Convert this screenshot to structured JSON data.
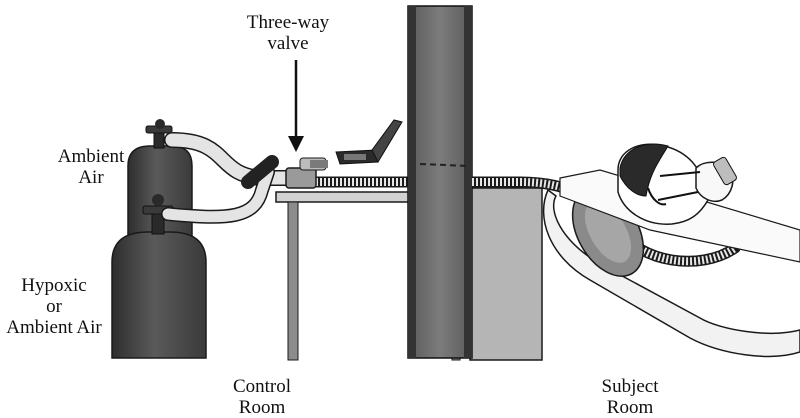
{
  "labels": {
    "valve": [
      "Three-way",
      "valve"
    ],
    "ambient_air": [
      "Ambient",
      "Air"
    ],
    "hypoxic": [
      "Hypoxic",
      "or",
      "Ambient Air"
    ],
    "control_room": [
      "Control",
      "Room"
    ],
    "subject_room": [
      "Subject",
      "Room"
    ]
  },
  "colors": {
    "wall": "#6e6e6e",
    "tank": "#4a4a4a",
    "table_top": "#d2d2d2",
    "table_leg": "#8c8c8c",
    "cabinet": "#b5b5b5",
    "tube": "#e2e2e2",
    "outline": "#1a1a1a"
  },
  "icons": [
    "gas-cylinder-icon",
    "laptop-icon",
    "face-mask-icon",
    "arrow-down-icon"
  ]
}
